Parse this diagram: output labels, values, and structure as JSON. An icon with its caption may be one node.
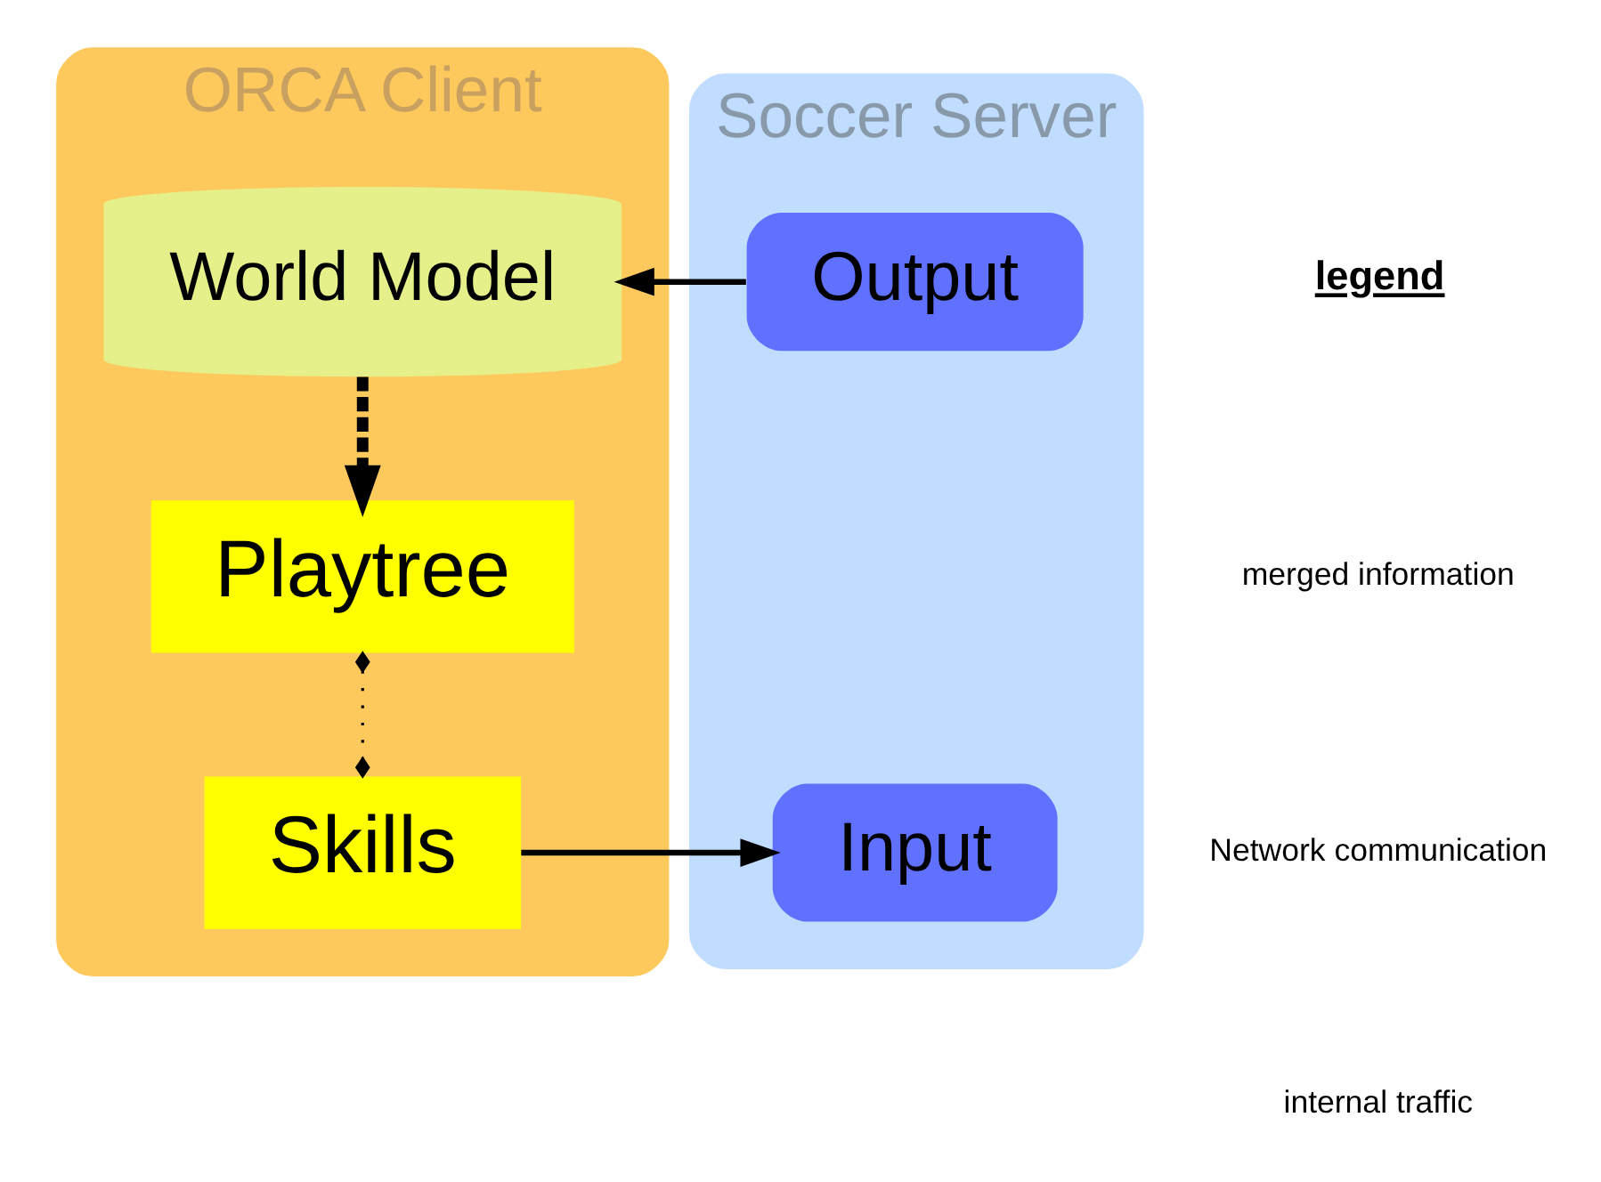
{
  "diagram": {
    "nodes": [
      {
        "text": [
          "ORCA Client"
        ]
      },
      {
        "text": [
          "World Model"
        ],
        "in": 0
      },
      {
        "text": [
          "Playtree"
        ],
        "in": 0
      },
      {
        "text": [
          "Skills"
        ],
        "in": 0
      },
      {
        "text": [
          "Soccer Server"
        ]
      },
      {
        "text": [
          "Output"
        ],
        "in": 4
      },
      {
        "text": [
          "Input"
        ],
        "in": 4
      }
    ],
    "edges": [
      {
        "from": 5,
        "to": 1,
        "arrow": "to"
      },
      {
        "from": 1,
        "to": 2,
        "arrow": "to",
        "style": "dashed"
      },
      {
        "from": 2,
        "to": 3,
        "arrow": "other",
        "style": "dashed"
      },
      {
        "from": 3,
        "to": 6,
        "arrow": "to"
      }
    ],
    "labels": [
      "legend"
    ],
    "legend": [
      {
        "text": "merged information"
      },
      {
        "text": "Network communication"
      },
      {
        "text": "internal traffic"
      }
    ]
  }
}
